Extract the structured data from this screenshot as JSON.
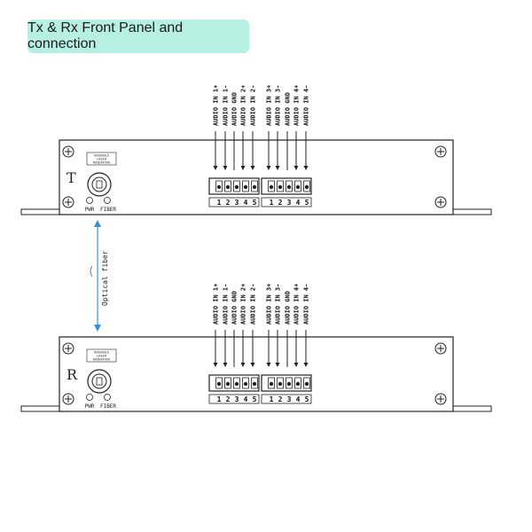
{
  "title": "Tx & Rx Front Panel and connection",
  "units": [
    {
      "letter": "T",
      "led_labels": {
        "pwr": "PWR",
        "fiber": "FIBER"
      },
      "laser_warning": [
        "INVISIBLE",
        "LASER",
        "RADIATION"
      ],
      "signals": [
        "AUDIO IN 1+",
        "AUDIO IN 1-",
        "AUDIO GND",
        "AUDIO IN 2+",
        "AUDIO IN 2-",
        "AUDIO IN 3+",
        "AUDIO IN 3-",
        "AUDIO GND",
        "AUDIO IN 4+",
        "AUDIO IN 4-"
      ],
      "pins": [
        "1",
        "2",
        "3",
        "4",
        "5"
      ]
    },
    {
      "letter": "R",
      "led_labels": {
        "pwr": "PWR",
        "fiber": "FIBER"
      },
      "laser_warning": [
        "INVISIBLE",
        "LASER",
        "RADIATION"
      ],
      "signals": [
        "AUDIO IN 1+",
        "AUDIO IN 1-",
        "AUDIO GND",
        "AUDIO IN 2+",
        "AUDIO IN 2-",
        "AUDIO IN 3+",
        "AUDIO IN 3-",
        "AUDIO GND",
        "AUDIO IN 4+",
        "AUDIO IN 4-"
      ],
      "pins": [
        "1",
        "2",
        "3",
        "4",
        "5"
      ]
    }
  ],
  "fiber_label": "Optical fiber",
  "colors": {
    "badge": "#b7efe3",
    "fiber_line": "#3a8fd6",
    "outline": "#222222"
  }
}
